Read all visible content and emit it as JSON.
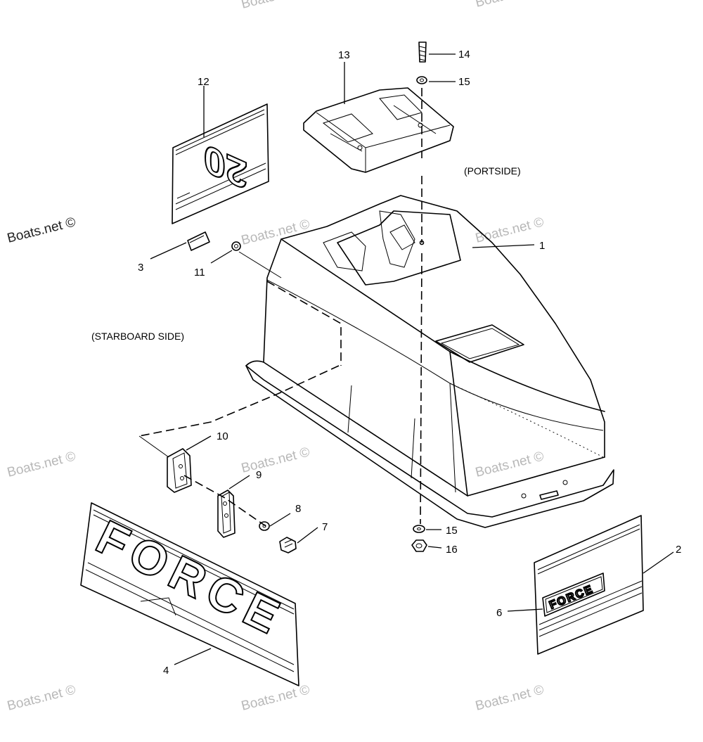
{
  "watermark": "Boats.net ©",
  "notes": {
    "portside": "(PORTSIDE)",
    "starboard": "(STARBOARD SIDE)"
  },
  "decals": {
    "number_decal": "20",
    "force_large": "FORCE",
    "force_small": "FORCE"
  },
  "callouts": [
    {
      "id": "c1",
      "label": "1"
    },
    {
      "id": "c2",
      "label": "2"
    },
    {
      "id": "c3",
      "label": "3"
    },
    {
      "id": "c4",
      "label": "4"
    },
    {
      "id": "c6",
      "label": "6"
    },
    {
      "id": "c7",
      "label": "7"
    },
    {
      "id": "c8",
      "label": "8"
    },
    {
      "id": "c9",
      "label": "9"
    },
    {
      "id": "c10",
      "label": "10"
    },
    {
      "id": "c11",
      "label": "11"
    },
    {
      "id": "c12",
      "label": "12"
    },
    {
      "id": "c13",
      "label": "13"
    },
    {
      "id": "c14",
      "label": "14"
    },
    {
      "id": "c15a",
      "label": "15"
    },
    {
      "id": "c15b",
      "label": "15"
    },
    {
      "id": "c16",
      "label": "16"
    }
  ]
}
